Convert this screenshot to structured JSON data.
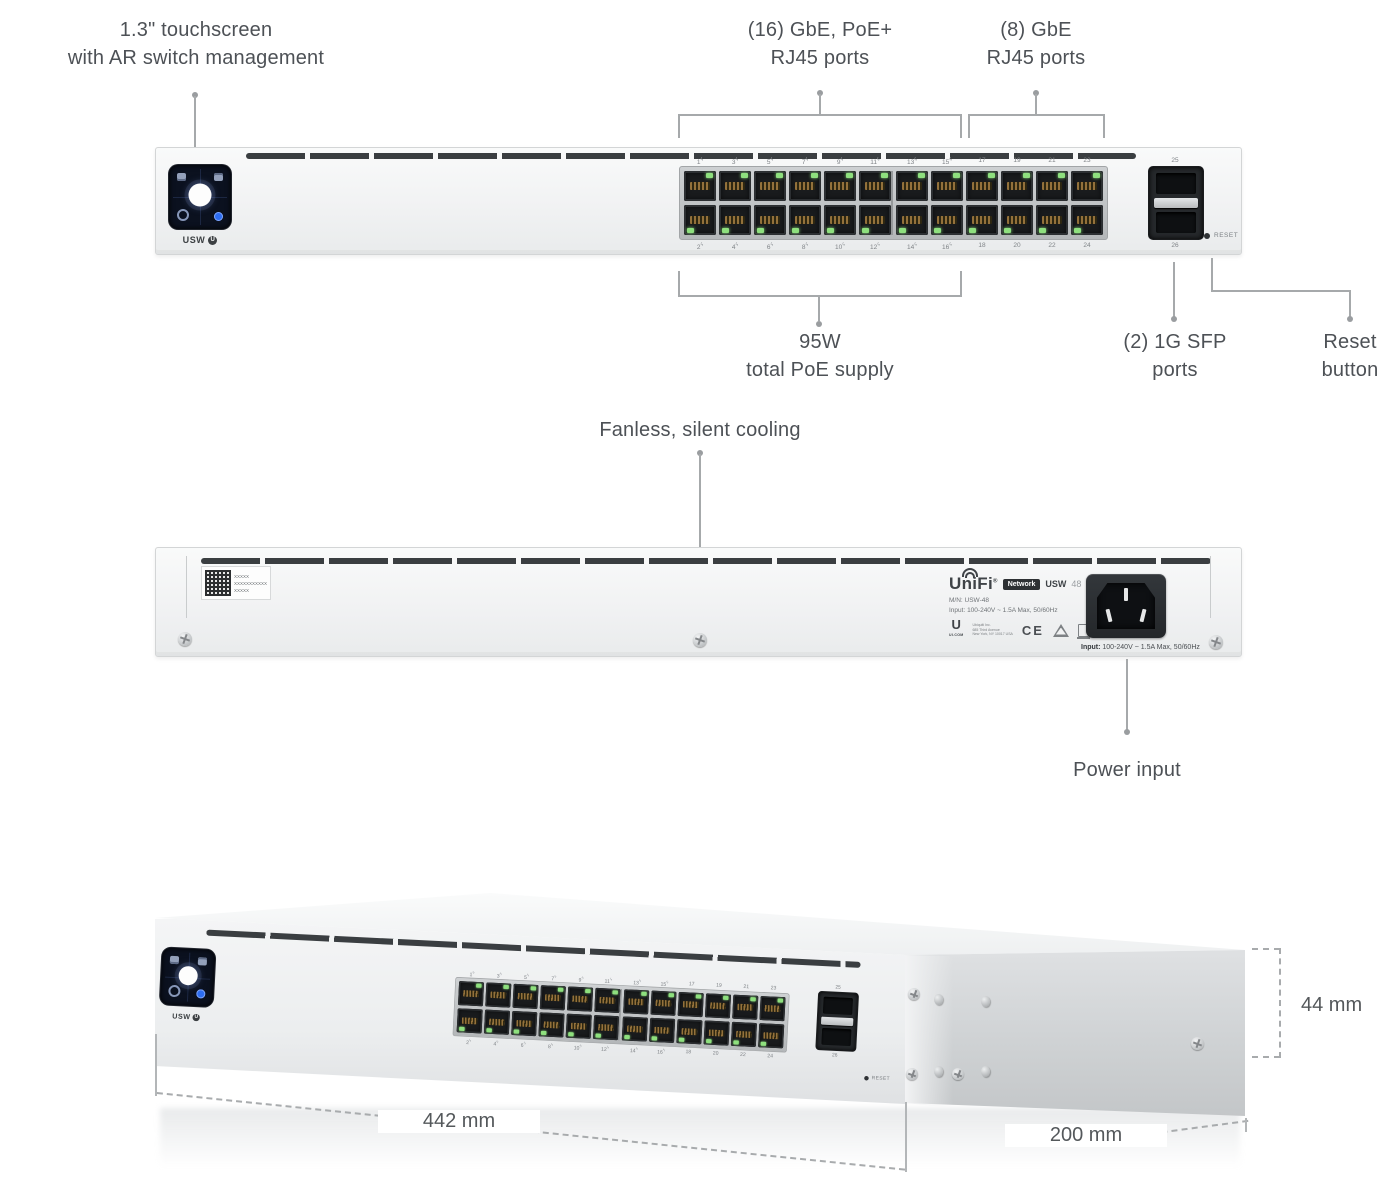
{
  "colors": {
    "accent_led": "#8ee07e",
    "text": "#4d5156",
    "leader_line": "#a6a9ab",
    "chassis": "#f1f2f3",
    "vent": "#3a3e41",
    "screen_bg": "#0b111f",
    "globe_blue": "#2d6df2"
  },
  "front_view": {
    "callout_touchscreen_line1": "1.3\" touchscreen",
    "callout_touchscreen_line2": "with AR switch management",
    "callout_poe_line1": "(16) GbE, PoE+",
    "callout_poe_line2": "RJ45 ports",
    "callout_gbe_line1": "(8) GbE",
    "callout_gbe_line2": "RJ45 ports",
    "callout_supply_line1": "95W",
    "callout_supply_line2": "total PoE supply",
    "callout_sfp_line1": "(2) 1G SFP",
    "callout_sfp_line2": "ports",
    "callout_reset_line1": "Reset",
    "callout_reset_line2": "button",
    "usw_label": "USW",
    "reset_label": "RESET",
    "sfp_top_label": "25",
    "sfp_bottom_label": "26"
  },
  "ports": {
    "top": [
      "1",
      "3",
      "5",
      "7",
      "9",
      "11",
      "13",
      "15",
      "17",
      "19",
      "21",
      "23"
    ],
    "bottom": [
      "2",
      "4",
      "6",
      "8",
      "10",
      "12",
      "14",
      "16",
      "18",
      "20",
      "22",
      "24"
    ],
    "poe_max": 16,
    "poe_glyph": "ϟ"
  },
  "back_view": {
    "callout_cooling": "Fanless, silent cooling",
    "callout_power": "Power input",
    "sticker_line1": "XXXXX",
    "sticker_line2": "XXXXXXXXXXX",
    "sticker_line3": "XXXXX",
    "brand_name": "UniFi",
    "brand_reg": "®",
    "brand_badge": "Network",
    "brand_model_bold": "USW",
    "brand_model_light": "48",
    "mn_line": "M/N: USW-48",
    "input_line": "Input: 100-240V ~ 1.5A Max, 50/60Hz",
    "maker_logo": "U",
    "maker_site": "UI.COM",
    "maker_addr1": "Ubiquiti Inc.",
    "maker_addr2": "685 Third Avenue",
    "maker_addr3": "New York, NY 10017 USA",
    "ce_mark": "CE",
    "inlet_label_prefix": "Input:",
    "inlet_label_value": "100-240V ~ 1.5A Max, 50/60Hz"
  },
  "perspective_view": {
    "dim_width": "442 mm",
    "dim_depth": "200 mm",
    "dim_height": "44 mm",
    "usw_label": "USW",
    "reset_label": "RESET",
    "sfp_top_label": "25",
    "sfp_bottom_label": "26"
  }
}
